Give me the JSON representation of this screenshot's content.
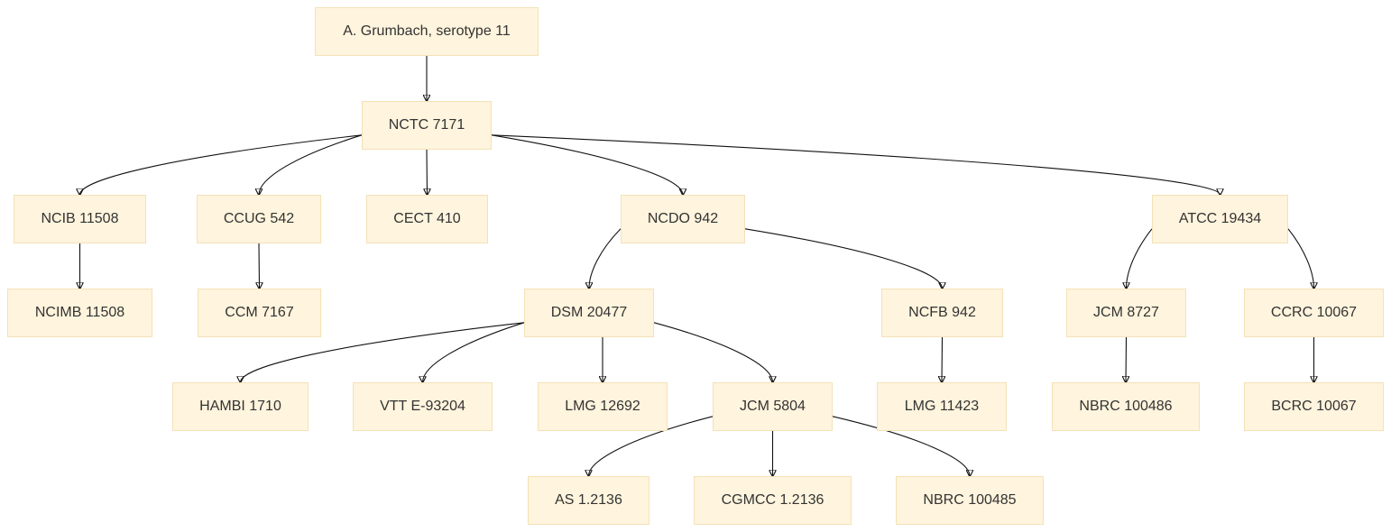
{
  "nodes": {
    "root": "A. Grumbach, serotype 11",
    "nctc7171": "NCTC 7171",
    "ncib11508": "NCIB 11508",
    "ccug542": "CCUG 542",
    "cect410": "CECT 410",
    "ncdo942": "NCDO 942",
    "atcc19434": "ATCC 19434",
    "ncimb11508": "NCIMB 11508",
    "ccm7167": "CCM 7167",
    "dsm20477": "DSM 20477",
    "ncfb942": "NCFB 942",
    "jcm8727": "JCM 8727",
    "ccrc10067": "CCRC 10067",
    "hambi1710": "HAMBI 1710",
    "vtte93204": "VTT E-93204",
    "lmg12692": "LMG 12692",
    "jcm5804": "JCM 5804",
    "lmg11423": "LMG 11423",
    "nbrc100486": "NBRC 100486",
    "bcrc10067": "BCRC 10067",
    "as12136": "AS 1.2136",
    "cgmcc12136": "CGMCC 1.2136",
    "nbrc100485": "NBRC 100485"
  },
  "edges": [
    [
      "root",
      "nctc7171"
    ],
    [
      "nctc7171",
      "ncib11508"
    ],
    [
      "nctc7171",
      "ccug542"
    ],
    [
      "nctc7171",
      "cect410"
    ],
    [
      "nctc7171",
      "ncdo942"
    ],
    [
      "nctc7171",
      "atcc19434"
    ],
    [
      "ncib11508",
      "ncimb11508"
    ],
    [
      "ccug542",
      "ccm7167"
    ],
    [
      "ncdo942",
      "dsm20477"
    ],
    [
      "ncdo942",
      "ncfb942"
    ],
    [
      "atcc19434",
      "jcm8727"
    ],
    [
      "atcc19434",
      "ccrc10067"
    ],
    [
      "dsm20477",
      "hambi1710"
    ],
    [
      "dsm20477",
      "vtte93204"
    ],
    [
      "dsm20477",
      "lmg12692"
    ],
    [
      "dsm20477",
      "jcm5804"
    ],
    [
      "ncfb942",
      "lmg11423"
    ],
    [
      "jcm8727",
      "nbrc100486"
    ],
    [
      "ccrc10067",
      "bcrc10067"
    ],
    [
      "jcm5804",
      "as12136"
    ],
    [
      "jcm5804",
      "cgmcc12136"
    ],
    [
      "jcm5804",
      "nbrc100485"
    ]
  ],
  "colors": {
    "node_fill": "#fff4dd",
    "node_border": "#f3e2b8",
    "edge": "#111111",
    "text": "#333333"
  }
}
